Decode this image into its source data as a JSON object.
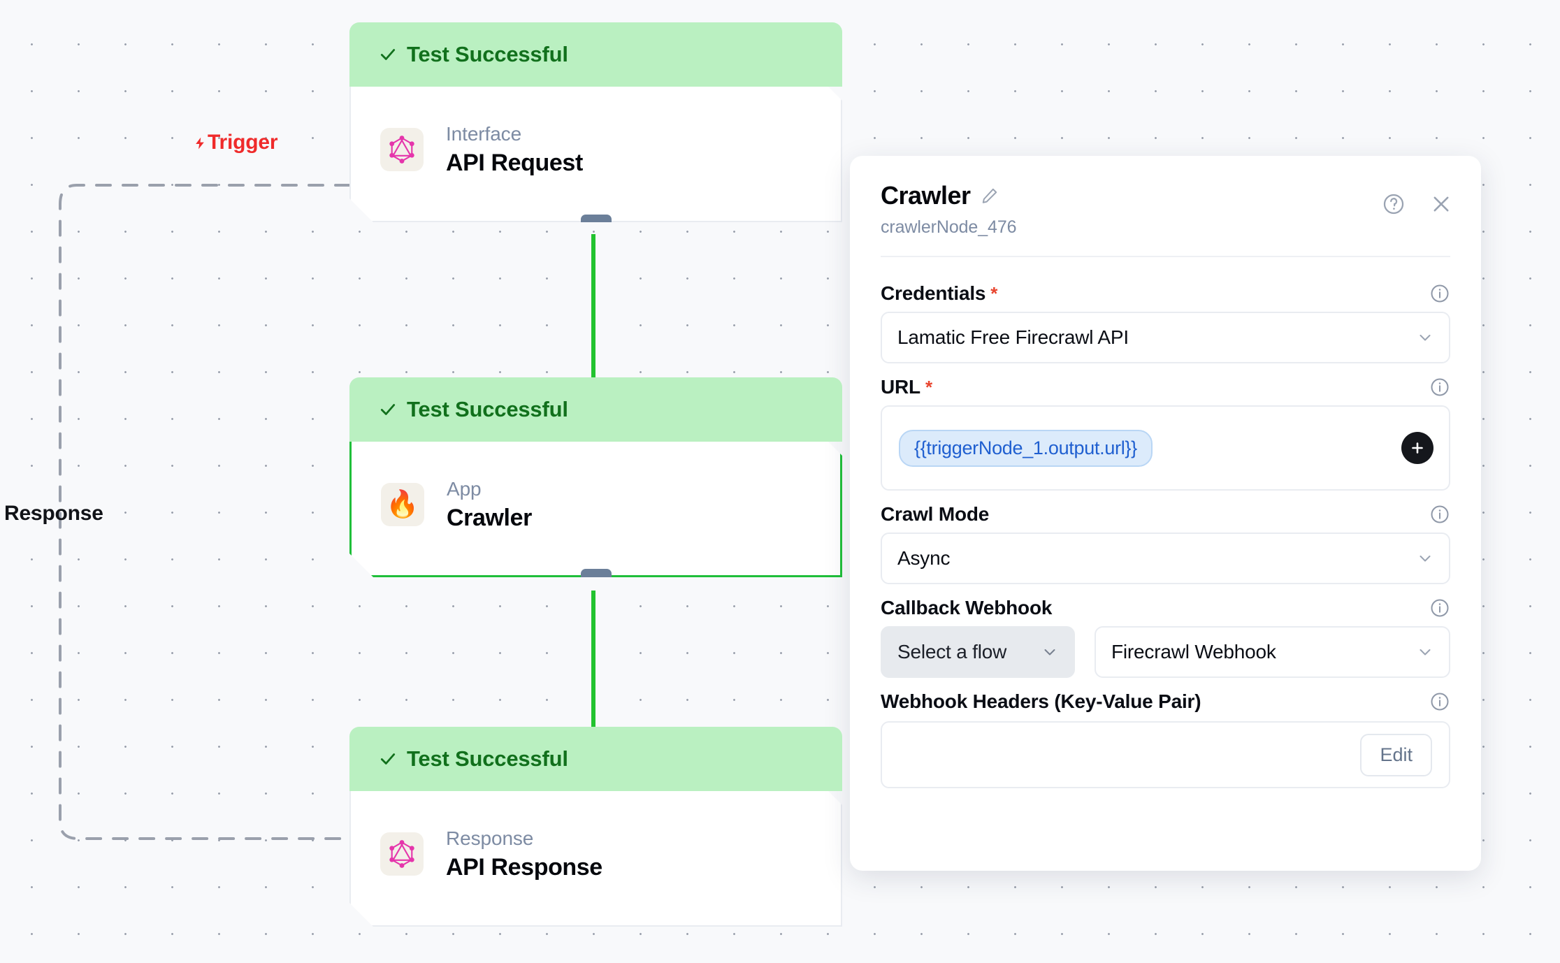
{
  "canvas": {
    "trigger_label": "Trigger",
    "trigger_icon": "lightning-bolt-icon",
    "response_label": "Response",
    "status_banner_text": "Test Successful"
  },
  "nodes": [
    {
      "status": "Test Successful",
      "kind": "Interface",
      "title": "API Request",
      "icon": "graphql-icon",
      "selected": false
    },
    {
      "status": "Test Successful",
      "kind": "App",
      "title": "Crawler",
      "icon": "flame-icon",
      "selected": true
    },
    {
      "status": "Test Successful",
      "kind": "Response",
      "title": "API Response",
      "icon": "graphql-icon",
      "selected": false
    }
  ],
  "panel": {
    "title": "Crawler",
    "subtitle": "crawlerNode_476",
    "edit_title_icon": "pencil-icon",
    "help_icon": "help-circle-icon",
    "close_icon": "close-icon",
    "fields": {
      "credentials": {
        "label": "Credentials",
        "required": "*",
        "value": "Lamatic Free Firecrawl API"
      },
      "url": {
        "label": "URL",
        "required": "*",
        "token": "{{triggerNode_1.output.url}}",
        "add_icon": "plus-icon"
      },
      "crawl_mode": {
        "label": "Crawl Mode",
        "value": "Async"
      },
      "callback_webhook": {
        "label": "Callback Webhook",
        "flow_value": "Select a flow",
        "webhook_value": "Firecrawl Webhook"
      },
      "webhook_headers": {
        "label": "Webhook Headers (Key-Value Pair)",
        "edit_label": "Edit"
      }
    }
  },
  "colors": {
    "canvas_bg": "#f8f9fb",
    "banner_green": "#baf0c1",
    "banner_text_green": "#11701c",
    "selected_border": "#1fbf3a",
    "edge_green": "#22c32f",
    "trigger_red": "#ef2b2b",
    "token_blue": "#1f5fd0",
    "required_red": "#e8452f",
    "handle_slate": "#6b7f99"
  }
}
